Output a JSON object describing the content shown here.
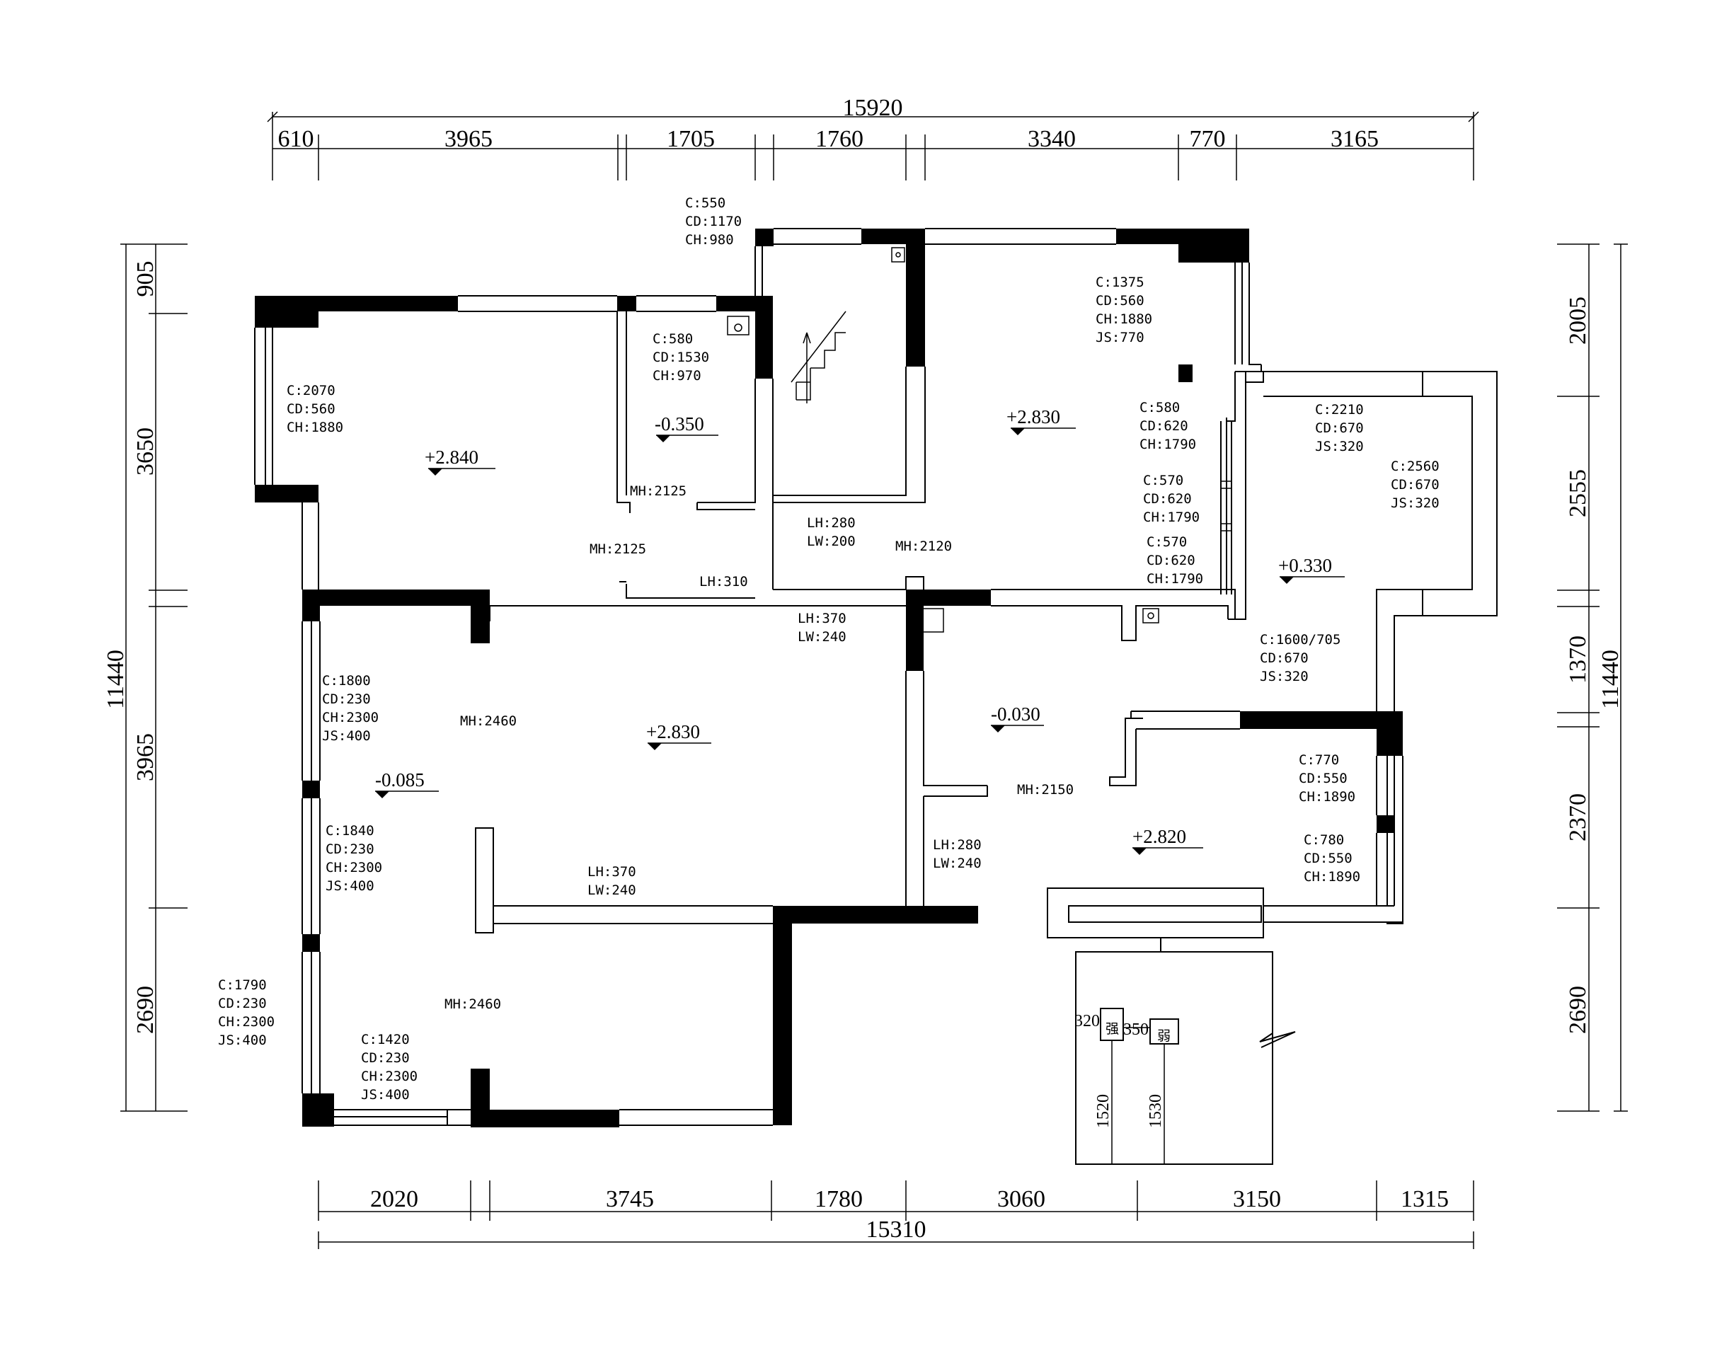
{
  "dimensions": {
    "top_total": "15920",
    "top_segments": [
      "610",
      "3965",
      "1705",
      "1760",
      "3340",
      "770",
      "3165"
    ],
    "bottom_total": "15310",
    "bottom_segments": [
      "2020",
      "3745",
      "1780",
      "3060",
      "3150",
      "1315"
    ],
    "left_total": "11440",
    "left_segments": [
      "905",
      "3650",
      "3965",
      "2690"
    ],
    "right_total": "11440",
    "right_segments": [
      "2005",
      "2555",
      "1370",
      "2370",
      "2690"
    ]
  },
  "levels": {
    "bedroom_top_left": "+2.840",
    "small_room": "-0.350",
    "upper_right_room": "+2.830",
    "right_room": "+0.330",
    "living_room": "+2.830",
    "left_bay": "-0.085",
    "dining": "-0.030",
    "lower_right_room": "+2.820"
  },
  "annotations": {
    "top_window": [
      "C:550",
      "CD:1170",
      "CH:980"
    ],
    "small_room_window": [
      "C:580",
      "CD:1530",
      "CH:970"
    ],
    "upper_right_window": [
      "C:1375",
      "CD:560",
      "CH:1880",
      "JS:770"
    ],
    "left_bedroom_window": [
      "C:2070",
      "CD:560",
      "CH:1880"
    ],
    "side_window_1": [
      "C:580",
      "CD:620",
      "CH:1790"
    ],
    "side_window_2": [
      "C:570",
      "CD:620",
      "CH:1790"
    ],
    "side_window_3": [
      "C:570",
      "CD:620",
      "CH:1790"
    ],
    "right_window_1": [
      "C:2210",
      "CD:670",
      "JS:320"
    ],
    "right_window_2": [
      "C:2560",
      "CD:670",
      "JS:320"
    ],
    "right_window_3": [
      "C:1600/705",
      "CD:670",
      "JS:320"
    ],
    "living_window_1": [
      "C:1800",
      "CD:230",
      "CH:2300",
      "JS:400"
    ],
    "living_window_2": [
      "C:1840",
      "CD:230",
      "CH:2300",
      "JS:400"
    ],
    "outside_window": [
      "C:1790",
      "CD:230",
      "CH:2300",
      "JS:400"
    ],
    "bottom_window": [
      "C:1420",
      "CD:230",
      "CH:2300",
      "JS:400"
    ],
    "lower_right_window_1": [
      "C:770",
      "CD:550",
      "CH:1890"
    ],
    "lower_right_window_2": [
      "C:780",
      "CD:550",
      "CH:1890"
    ],
    "stair_opening": [
      "LH:280",
      "LW:200"
    ],
    "living_beam_top": [
      "LH:370",
      "LW:240"
    ],
    "living_beam_mid": [
      "LH:370",
      "LW:240"
    ],
    "dining_beam": [
      "LH:280",
      "LW:240"
    ],
    "mh_small_room": "MH:2125",
    "mh_corridor": "MH:2125",
    "mh_stair": "MH:2120",
    "lh_corridor": "LH:310",
    "mh_living": "MH:2460",
    "mh_lower_left": "MH:2460",
    "mh_dining": "MH:2150"
  },
  "box": {
    "labels": [
      "强",
      "弱"
    ],
    "dims": [
      "320",
      "350",
      "1520",
      "1530"
    ]
  },
  "colors": {
    "ink": "#000000",
    "paper": "#ffffff"
  }
}
